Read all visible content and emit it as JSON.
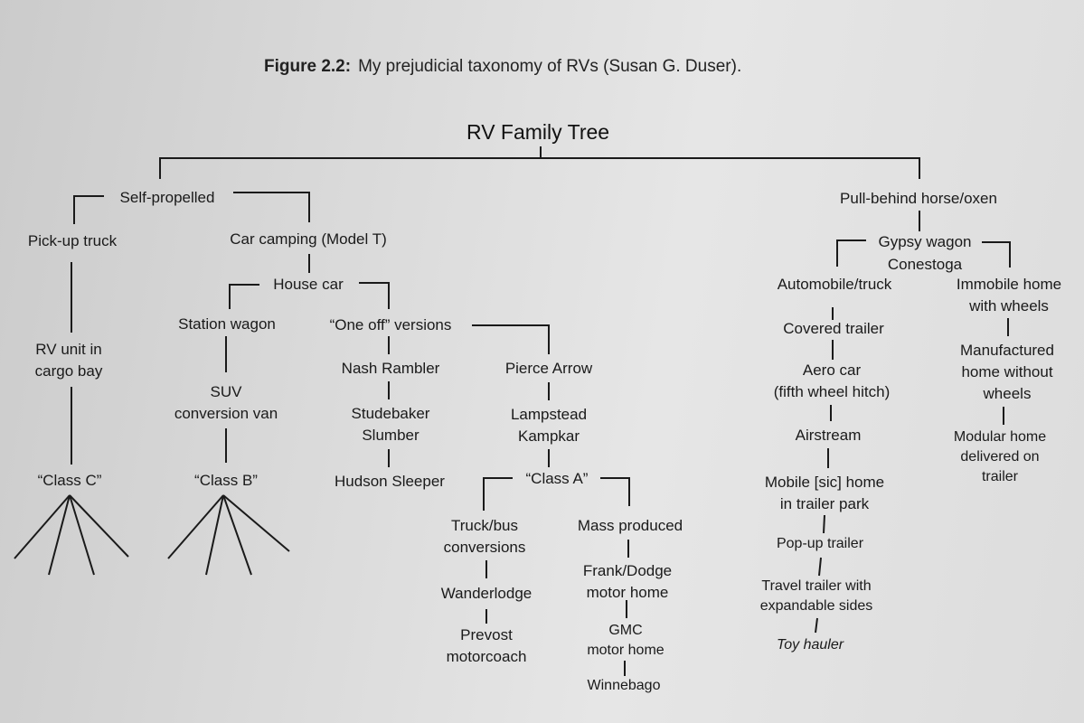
{
  "figure": {
    "number": "Figure 2.2:",
    "caption": "My prejudicial taxonomy of RVs (Susan G. Duser)."
  },
  "tree": {
    "title": "RV Family Tree",
    "nodes": {
      "self_propelled": "Self-propelled",
      "pickup_truck": "Pick-up truck",
      "rv_unit": "RV unit in\ncargo bay",
      "class_c": "“Class C”",
      "car_camping": "Car camping (Model T)",
      "house_car": "House car",
      "station_wagon": "Station wagon",
      "suv_van": "SUV\nconversion van",
      "class_b": "“Class B”",
      "one_off": "“One off” versions",
      "nash_rambler": "Nash Rambler",
      "studebaker": "Studebaker\nSlumber",
      "hudson": "Hudson Sleeper",
      "pierce_arrow": "Pierce Arrow",
      "lampstead": "Lampstead\nKampkar",
      "class_a": "“Class A”",
      "truck_bus": "Truck/bus\nconversions",
      "wanderlodge": "Wanderlodge",
      "prevost": "Prevost\nmotorcoach",
      "mass_produced": "Mass produced",
      "frank_dodge": "Frank/Dodge\nmotor home",
      "gmc": "GMC\nmotor home",
      "winnebago": "Winnebago",
      "pull_behind": "Pull-behind horse/oxen",
      "gypsy_wagon": "Gypsy wagon",
      "conestoga": "Conestoga",
      "automobile_truck": "Automobile/truck",
      "covered_trailer": "Covered trailer",
      "aero_car": "Aero car\n(fifth wheel hitch)",
      "airstream": "Airstream",
      "mobile_home": "Mobile [sic] home\nin trailer park",
      "popup": "Pop-up trailer",
      "travel_trailer": "Travel trailer with\nexpandable sides",
      "toy_hauler": "Toy hauler",
      "immobile_home": "Immobile home\nwith wheels",
      "manufactured": "Manufactured\nhome without\nwheels",
      "modular": "Modular home\ndelivered on\ntrailer"
    }
  }
}
